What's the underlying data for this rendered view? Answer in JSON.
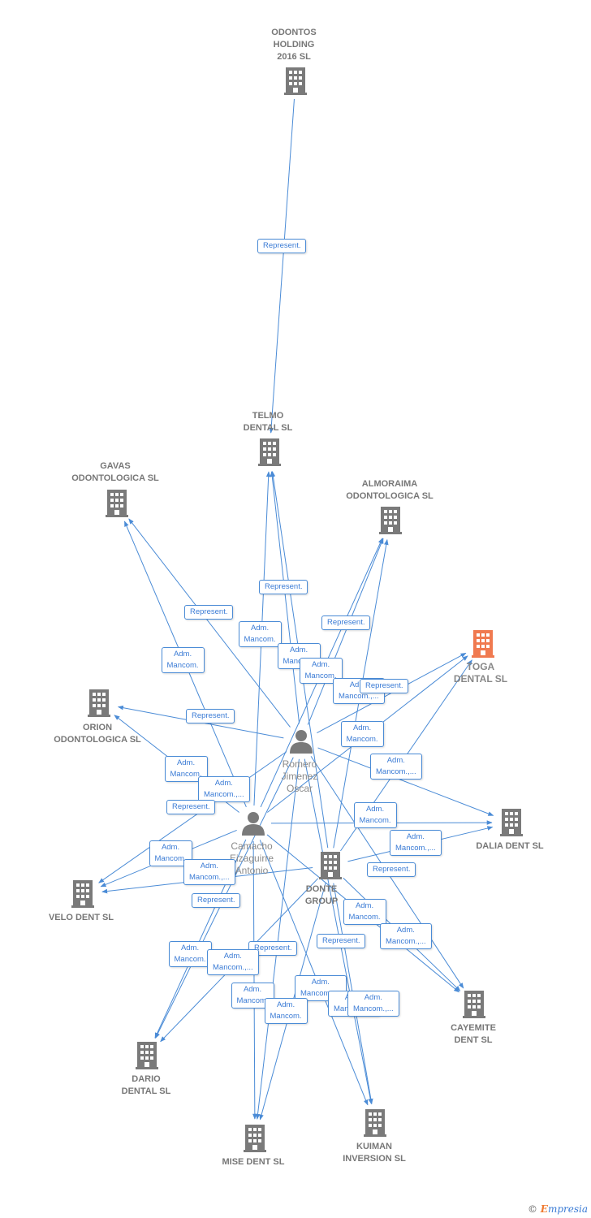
{
  "colors": {
    "edge": "#4a8bd6",
    "building": "#7a7a7a",
    "building_highlight": "#f07a50",
    "person": "#7a7a7a"
  },
  "nodes": [
    {
      "id": "odontos",
      "label": "ODONTOS\nHOLDING\n2016  SL",
      "type": "company",
      "icon": "building-icon"
    },
    {
      "id": "telmo",
      "label": "TELMO\nDENTAL SL",
      "type": "company",
      "icon": "building-icon"
    },
    {
      "id": "gavas",
      "label": "GAVAS\nODONTOLOGICA SL",
      "type": "company",
      "icon": "building-icon"
    },
    {
      "id": "almoraima",
      "label": "ALMORAIMA\nODONTOLOGICA SL",
      "type": "company",
      "icon": "building-icon"
    },
    {
      "id": "toga",
      "label": "TOGA\nDENTAL  SL",
      "type": "company",
      "icon": "building-icon",
      "highlight": true
    },
    {
      "id": "orion",
      "label": "ORION\nODONTOLOGICA SL",
      "type": "company",
      "icon": "building-icon"
    },
    {
      "id": "dalia",
      "label": "DALIA DENT SL",
      "type": "company",
      "icon": "building-icon"
    },
    {
      "id": "velo",
      "label": "VELO DENT SL",
      "type": "company",
      "icon": "building-icon"
    },
    {
      "id": "donte",
      "label": "DONTE\nGROUP",
      "type": "company",
      "icon": "building-icon"
    },
    {
      "id": "cayemite",
      "label": "CAYEMITE\nDENT SL",
      "type": "company",
      "icon": "building-icon"
    },
    {
      "id": "dario",
      "label": "DARIO\nDENTAL SL",
      "type": "company",
      "icon": "building-icon"
    },
    {
      "id": "mise",
      "label": "MISE DENT SL",
      "type": "company",
      "icon": "building-icon"
    },
    {
      "id": "kuiman",
      "label": "KUIMAN\nINVERSION SL",
      "type": "company",
      "icon": "building-icon"
    },
    {
      "id": "romero",
      "label": "Romero\nJimenez\nOscar",
      "type": "person",
      "icon": "person-icon"
    },
    {
      "id": "camacho",
      "label": "Camacho\nEizaguirre\nAntonio",
      "type": "person",
      "icon": "person-icon"
    }
  ],
  "edges": [
    {
      "from": "odontos",
      "to": "telmo"
    },
    {
      "from": "romero",
      "to": "gavas"
    },
    {
      "from": "camacho",
      "to": "gavas"
    },
    {
      "from": "romero",
      "to": "telmo"
    },
    {
      "from": "camacho",
      "to": "telmo"
    },
    {
      "from": "donte",
      "to": "telmo"
    },
    {
      "from": "romero",
      "to": "almoraima"
    },
    {
      "from": "camacho",
      "to": "almoraima"
    },
    {
      "from": "donte",
      "to": "almoraima"
    },
    {
      "from": "romero",
      "to": "toga"
    },
    {
      "from": "camacho",
      "to": "toga"
    },
    {
      "from": "donte",
      "to": "toga"
    },
    {
      "from": "romero",
      "to": "orion"
    },
    {
      "from": "camacho",
      "to": "orion"
    },
    {
      "from": "romero",
      "to": "dalia"
    },
    {
      "from": "camacho",
      "to": "dalia"
    },
    {
      "from": "donte",
      "to": "dalia"
    },
    {
      "from": "romero",
      "to": "velo"
    },
    {
      "from": "camacho",
      "to": "velo"
    },
    {
      "from": "donte",
      "to": "velo"
    },
    {
      "from": "romero",
      "to": "cayemite"
    },
    {
      "from": "camacho",
      "to": "cayemite"
    },
    {
      "from": "donte",
      "to": "cayemite"
    },
    {
      "from": "romero",
      "to": "dario"
    },
    {
      "from": "camacho",
      "to": "dario"
    },
    {
      "from": "donte",
      "to": "dario"
    },
    {
      "from": "romero",
      "to": "mise"
    },
    {
      "from": "camacho",
      "to": "mise"
    },
    {
      "from": "donte",
      "to": "mise"
    },
    {
      "from": "romero",
      "to": "kuiman"
    },
    {
      "from": "camacho",
      "to": "kuiman"
    },
    {
      "from": "donte",
      "to": "kuiman"
    }
  ],
  "edge_labels": [
    "Represent.",
    "Represent.",
    "Adm.\nMancom.",
    "Represent.",
    "Adm.\nMancom.",
    "Adm.\nMancom.",
    "Adm.\nMancom.",
    "Represent.",
    "Adm.\nMancom.,...",
    "Represent.",
    "Adm.\nMancom.",
    "Represent.",
    "Adm.\nMancom.",
    "Adm.\nMancom.,...",
    "Adm.\nMancom.,...",
    "Represent.",
    "Adm.\nMancom.",
    "Adm.\nMancom.,...",
    "Adm.\nMancom.",
    "Adm.\nMancom.,...",
    "Represent.",
    "Represent.",
    "Adm.\nMancom.",
    "Adm.\nMancom.,...",
    "Represent.",
    "Represent.",
    "Adm.\nMancom.",
    "Adm.\nMancom.,...",
    "Adm.\nMancom.",
    "Adm.\nMancom.,...",
    "Adm.\nMancom.",
    "Adm.\nMancom.,...",
    "Adm.\nMancom.,..."
  ],
  "credit": {
    "symbol": "©",
    "brand_first": "E",
    "brand_rest": "mpresia"
  }
}
